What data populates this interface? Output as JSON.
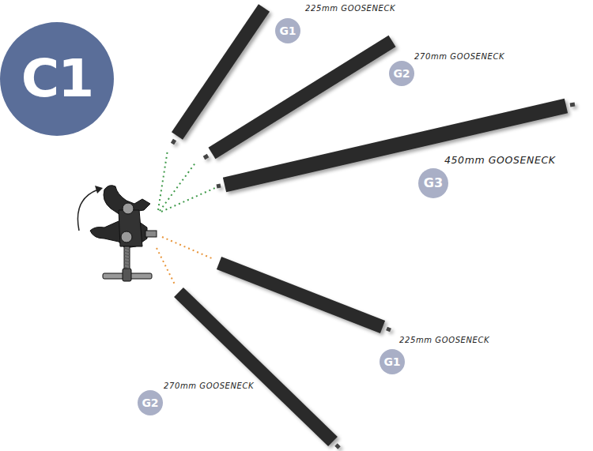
{
  "diagram": {
    "nodes": [
      {
        "text": [
          "C1"
        ]
      },
      {
        "text": [
          "G1"
        ]
      },
      {
        "text": [
          "G2"
        ]
      },
      {
        "text": [
          "G3"
        ]
      },
      {
        "text": [
          "G1"
        ]
      },
      {
        "text": [
          "G2"
        ]
      }
    ],
    "labels": [
      "225mm GOOSENECK",
      "270mm GOOSENECK",
      "450mm GOOSENECK",
      "225mm GOOSENECK",
      "270mm GOOSENECK"
    ]
  }
}
